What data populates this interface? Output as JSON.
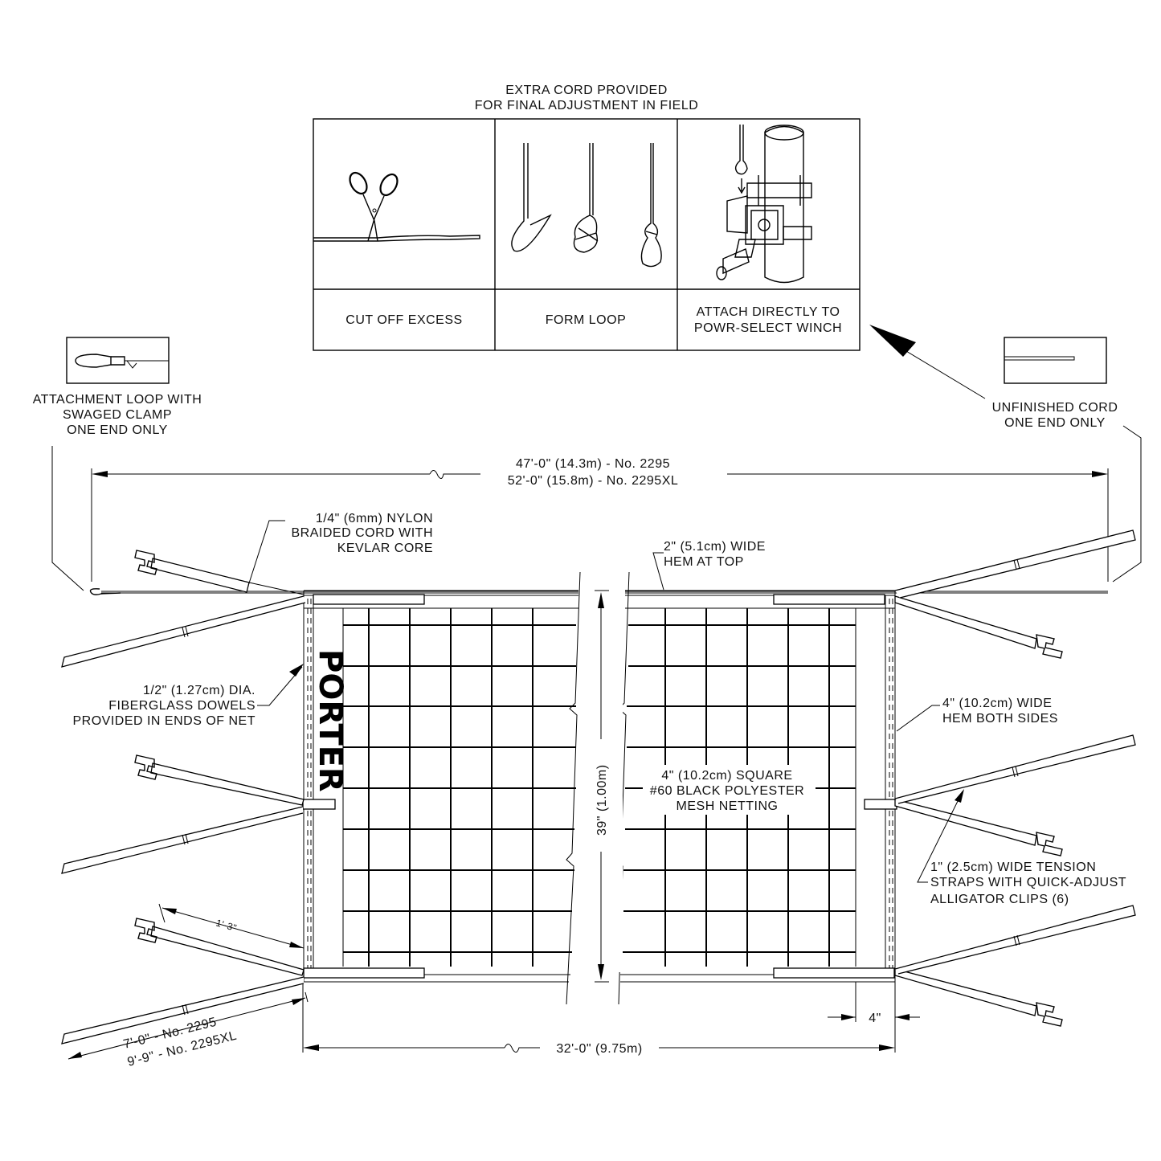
{
  "top_note": {
    "line1": "EXTRA CORD PROVIDED",
    "line2": "FOR FINAL ADJUSTMENT IN FIELD"
  },
  "panels": [
    {
      "lines": [
        "CUT OFF EXCESS"
      ],
      "icon": "scissors-icon"
    },
    {
      "lines": [
        "FORM LOOP"
      ],
      "icon": "loop-knot-icon"
    },
    {
      "lines": [
        "ATTACH DIRECTLY TO",
        "POWR-SELECT WINCH"
      ],
      "icon": "winch-icon"
    }
  ],
  "left_detail": {
    "lines": [
      "ATTACHMENT LOOP WITH",
      "SWAGED CLAMP",
      "ONE END ONLY"
    ]
  },
  "right_detail": {
    "lines": [
      "UNFINISHED CORD",
      "ONE END ONLY"
    ]
  },
  "overall_length": {
    "line1": "47'-0\" (14.3m) - No. 2295",
    "line2": "52'-0\" (15.8m) - No. 2295XL"
  },
  "cord_note": {
    "lines": [
      "1/4\" (6mm) NYLON",
      "BRAIDED CORD WITH",
      "KEVLAR CORE"
    ]
  },
  "top_hem_note": {
    "lines": [
      "2\" (5.1cm) WIDE",
      "HEM AT TOP"
    ]
  },
  "dowel_note": {
    "lines": [
      "1/2\" (1.27cm) DIA.",
      "FIBERGLASS DOWELS",
      "PROVIDED IN ENDS OF NET"
    ]
  },
  "side_hem_note": {
    "lines": [
      "4\" (10.2cm) WIDE",
      "HEM BOTH SIDES"
    ]
  },
  "mesh_note": {
    "lines": [
      "4\" (10.2cm) SQUARE",
      "#60 BLACK POLYESTER",
      "MESH NETTING"
    ]
  },
  "height_dim": "39\" (1.00m)",
  "strap_note": {
    "lines": [
      "1\" (2.5cm) WIDE TENSION",
      "STRAPS WITH QUICK-ADJUST",
      "ALLIGATOR CLIPS (6)"
    ]
  },
  "strap_spacing": "1'-3\"",
  "strap_length": {
    "line1": "7'-0\"  -  No. 2295",
    "line2": "9'-9\"  -  No. 2295XL"
  },
  "net_length": "32'-0\" (9.75m)",
  "hem_width_dim": "4\"",
  "logo_text": "PORTER"
}
